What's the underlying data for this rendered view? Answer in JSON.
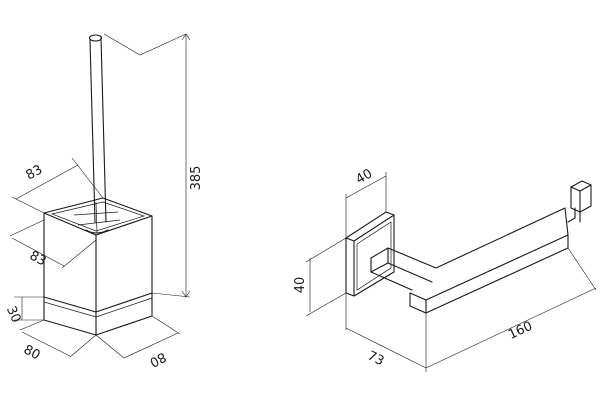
{
  "toilet_brush": {
    "height": "385",
    "top_depth": "83",
    "top_width": "83",
    "base_height": "30",
    "base_width": "80",
    "base_depth": "80"
  },
  "paper_holder": {
    "plate_width": "40",
    "plate_height": "40",
    "depth": "73",
    "length": "160"
  }
}
